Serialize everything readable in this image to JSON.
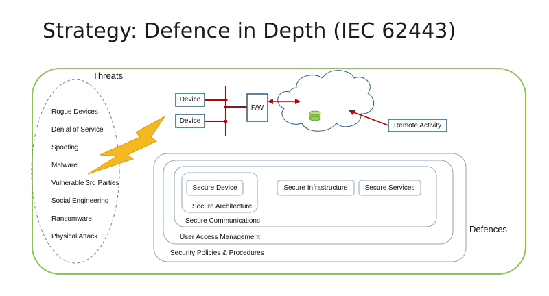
{
  "title": "Strategy: Defence in Depth (IEC 62443)",
  "threats": {
    "title": "Threats",
    "items": [
      "Rogue Devices",
      "Denial of Service",
      "Spoofing",
      "Malware",
      "Vulnerable 3rd Parties",
      "Social Engineering",
      "Ransomware",
      "Physical Attack"
    ]
  },
  "network": {
    "device_1": "Device",
    "device_2": "Device",
    "firewall": "F/W",
    "remote": "Remote Activity"
  },
  "defences": {
    "label": "Defences",
    "layers": {
      "policies": "Security Policies & Procedures",
      "access": "User Access Management",
      "communications": "Secure Communications",
      "architecture": "Secure Architecture",
      "device": "Secure Device",
      "infrastructure": "Secure Infrastructure",
      "services": "Secure Services"
    }
  },
  "colors": {
    "outer_border": "#8dc450",
    "line_red": "#c00000",
    "box_blue": "#2e5a7f",
    "layer_grey": "#8ea6bd",
    "lightning": "#f5b821",
    "db_green": "#92d050"
  }
}
